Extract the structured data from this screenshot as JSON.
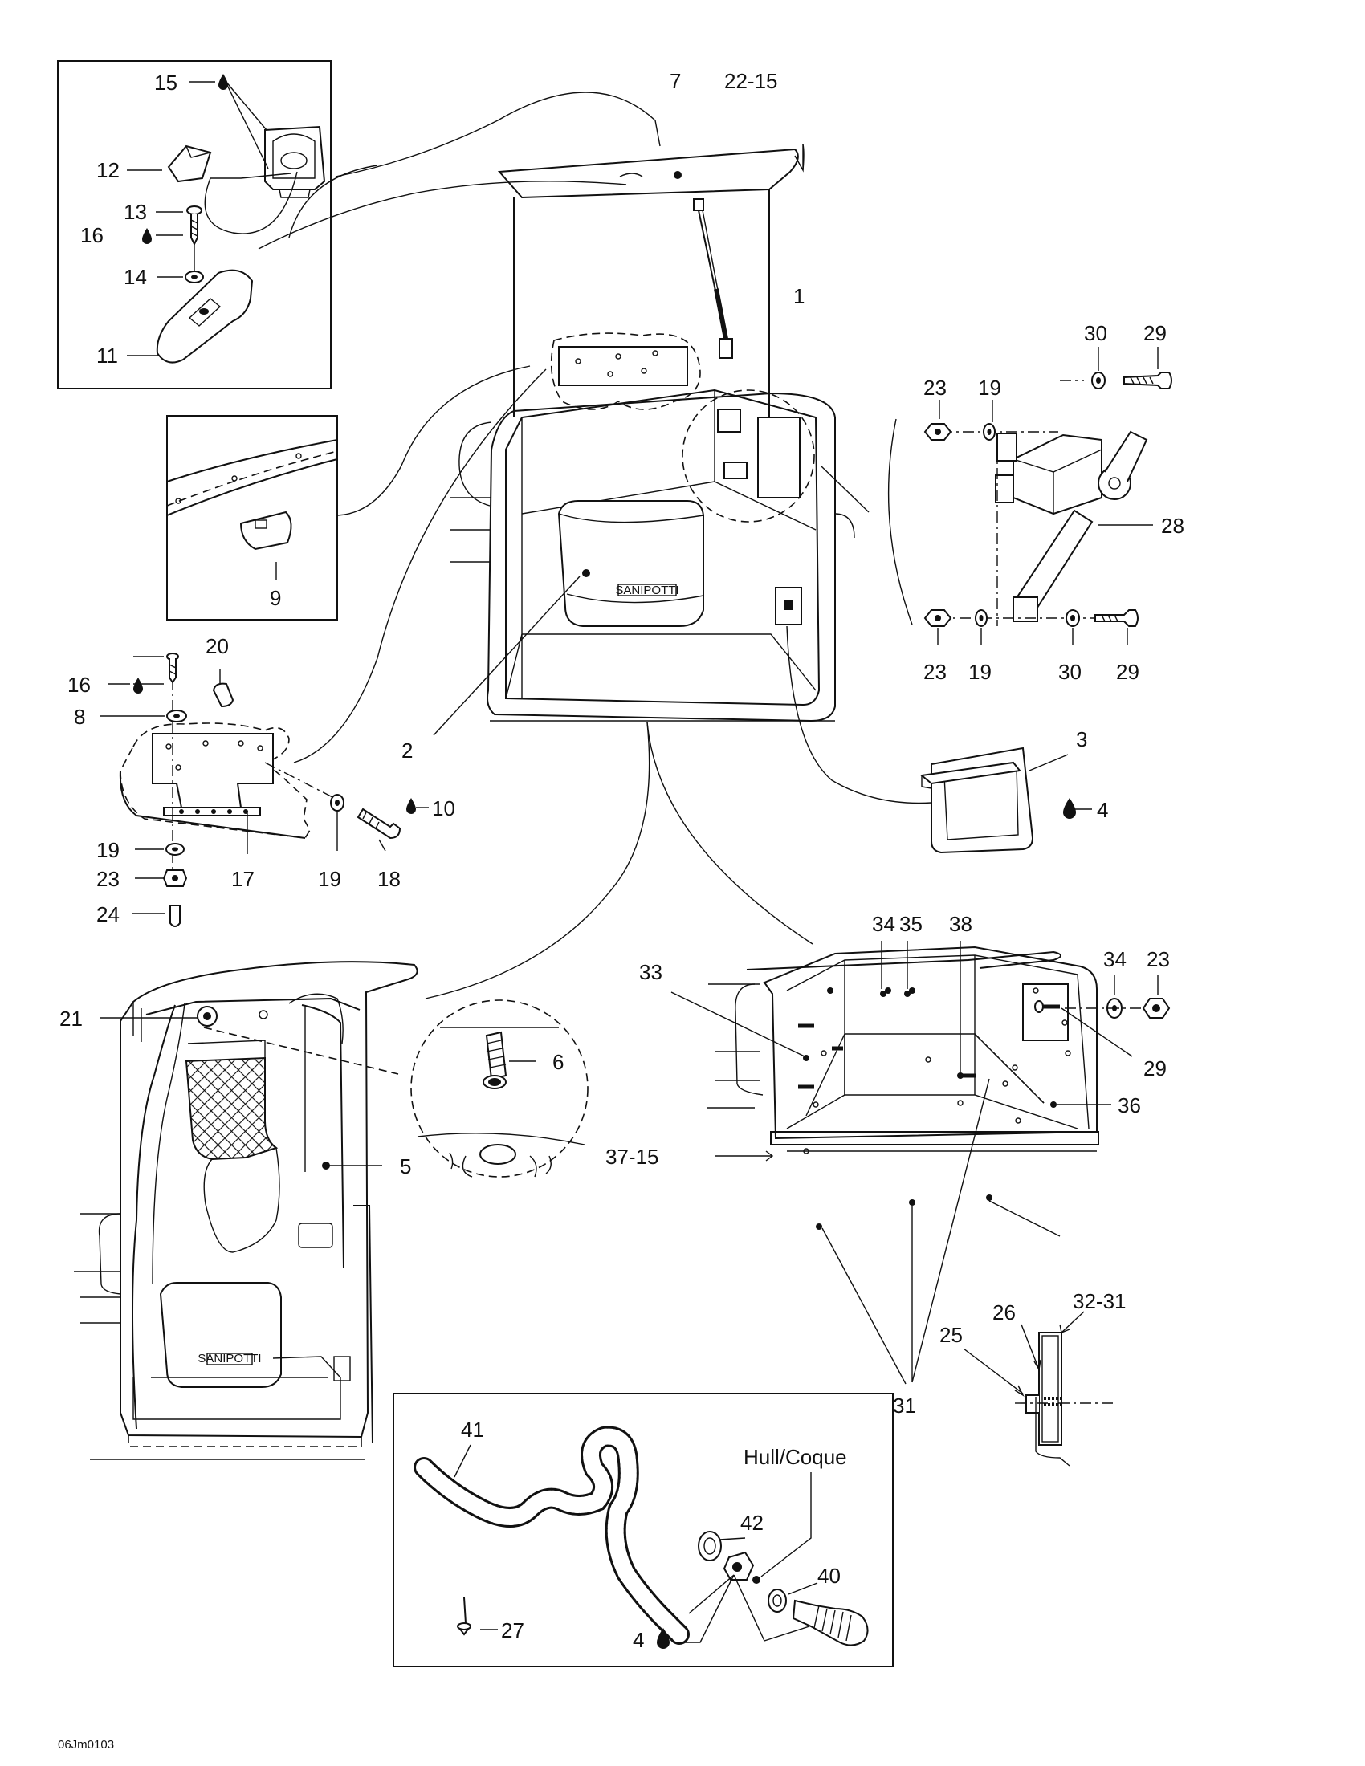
{
  "callouts": {
    "c1": "1",
    "c2": "2",
    "c3": "3",
    "c4a": "4",
    "c4b": "4",
    "c5": "5",
    "c6": "6",
    "c7": "7",
    "c8": "8",
    "c9": "9",
    "c10": "10",
    "c11": "11",
    "c12": "12",
    "c13": "13",
    "c14": "14",
    "c15": "15",
    "c16a": "16",
    "c16b": "16",
    "c17": "17",
    "c18": "18",
    "c19a": "19",
    "c19b": "19",
    "c19c": "19",
    "c19d": "19",
    "c20": "20",
    "c21": "21",
    "c22_15": "22-15",
    "c23a": "23",
    "c23b": "23",
    "c23c": "23",
    "c23d": "23",
    "c24": "24",
    "c25": "25",
    "c26": "26",
    "c27": "27",
    "c28": "28",
    "c29a": "29",
    "c29b": "29",
    "c29c": "29",
    "c30a": "30",
    "c30b": "30",
    "c31a": "31",
    "c32_31": "32-31",
    "c33": "33",
    "c34a": "34",
    "c34b": "34",
    "c35": "35",
    "c36": "36",
    "c37_15": "37-15",
    "c38": "38",
    "c40": "40",
    "c41": "41",
    "c42": "42",
    "hull": "Hull/Coque"
  },
  "toilet_label": "SANIPOTTI",
  "figure_code": "06Jm0103",
  "icons": {
    "drop": "adhesive-drop-icon"
  }
}
